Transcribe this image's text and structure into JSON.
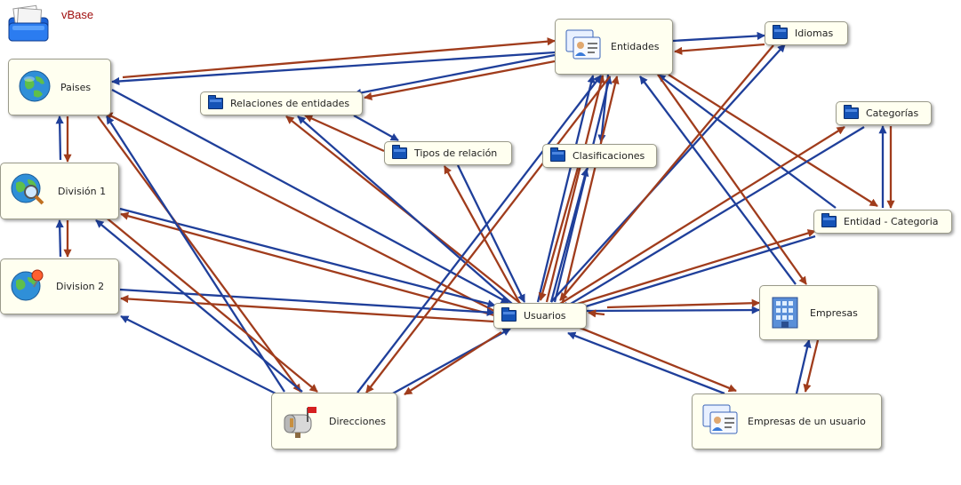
{
  "app": {
    "title": "vBase",
    "icon": "stacked-folders-icon"
  },
  "colors": {
    "blue_arrow": "#1f3f9a",
    "red_arrow": "#a03c1c",
    "node_bg": "#fffff0"
  },
  "nodes": {
    "paises": {
      "label": "Paises",
      "icon": "globe-icon"
    },
    "division1": {
      "label": "División 1",
      "icon": "globe-magnifier-icon"
    },
    "division2": {
      "label": "Division 2",
      "icon": "globe-pin-icon"
    },
    "relaciones": {
      "label": "Relaciones de entidades",
      "icon": "folder-icon"
    },
    "tipos": {
      "label": "Tipos de relación",
      "icon": "folder-icon"
    },
    "entidades": {
      "label": "Entidades",
      "icon": "contact-cards-icon"
    },
    "idiomas": {
      "label": "Idiomas",
      "icon": "folder-icon"
    },
    "clasificaciones": {
      "label": "Clasificaciones",
      "icon": "folder-icon"
    },
    "categorias": {
      "label": "Categorías",
      "icon": "folder-icon"
    },
    "entidad_categoria": {
      "label": "Entidad - Categoria",
      "icon": "folder-icon"
    },
    "usuarios": {
      "label": "Usuarios",
      "icon": "folder-icon"
    },
    "empresas": {
      "label": "Empresas",
      "icon": "office-building-icon"
    },
    "direcciones": {
      "label": "Direcciones",
      "icon": "mailbox-icon"
    },
    "empresas_usuario": {
      "label": "Empresas de un usuario",
      "icon": "contact-cards-icon"
    }
  }
}
